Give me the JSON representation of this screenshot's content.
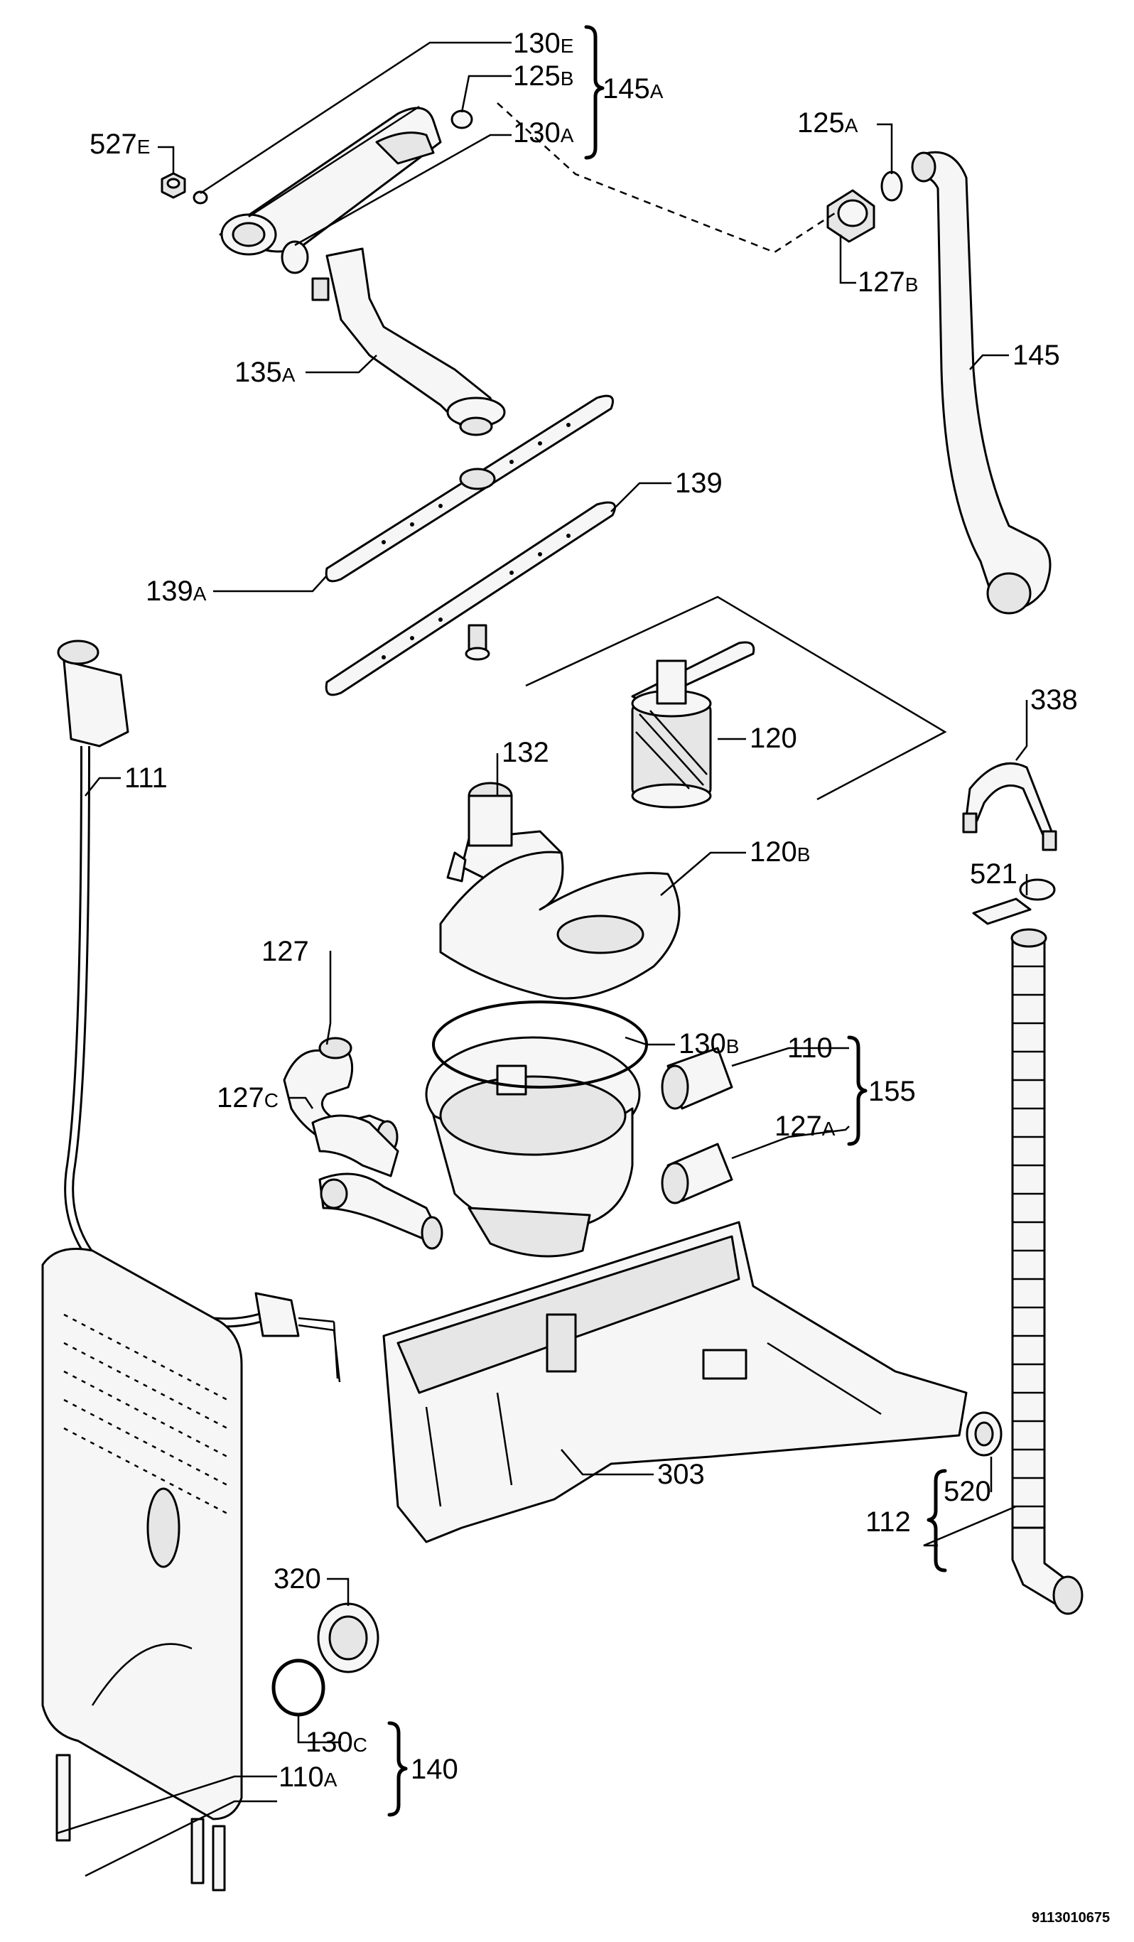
{
  "labels": [
    {
      "id": "130e",
      "num": "130",
      "suffix": "E"
    },
    {
      "id": "125b",
      "num": "125",
      "suffix": "B"
    },
    {
      "id": "145a",
      "num": "145",
      "suffix": "A"
    },
    {
      "id": "130a",
      "num": "130",
      "suffix": "A"
    },
    {
      "id": "527e",
      "num": "527",
      "suffix": "E"
    },
    {
      "id": "125a",
      "num": "125",
      "suffix": "A"
    },
    {
      "id": "127b",
      "num": "127",
      "suffix": "B"
    },
    {
      "id": "145",
      "num": "145",
      "suffix": ""
    },
    {
      "id": "135a",
      "num": "135",
      "suffix": "A"
    },
    {
      "id": "139",
      "num": "139",
      "suffix": ""
    },
    {
      "id": "139a",
      "num": "139",
      "suffix": "A"
    },
    {
      "id": "338",
      "num": "338",
      "suffix": ""
    },
    {
      "id": "120",
      "num": "120",
      "suffix": ""
    },
    {
      "id": "132",
      "num": "132",
      "suffix": ""
    },
    {
      "id": "111",
      "num": "111",
      "suffix": ""
    },
    {
      "id": "120b",
      "num": "120",
      "suffix": "B"
    },
    {
      "id": "521",
      "num": "521",
      "suffix": ""
    },
    {
      "id": "127",
      "num": "127",
      "suffix": ""
    },
    {
      "id": "130b",
      "num": "130",
      "suffix": "B"
    },
    {
      "id": "110",
      "num": "110",
      "suffix": ""
    },
    {
      "id": "155",
      "num": "155",
      "suffix": ""
    },
    {
      "id": "127c",
      "num": "127",
      "suffix": "C"
    },
    {
      "id": "127a",
      "num": "127",
      "suffix": "A"
    },
    {
      "id": "303",
      "num": "303",
      "suffix": ""
    },
    {
      "id": "520",
      "num": "520",
      "suffix": ""
    },
    {
      "id": "112",
      "num": "112",
      "suffix": ""
    },
    {
      "id": "320",
      "num": "320",
      "suffix": ""
    },
    {
      "id": "130c",
      "num": "130",
      "suffix": "C"
    },
    {
      "id": "140",
      "num": "140",
      "suffix": ""
    },
    {
      "id": "110a",
      "num": "110",
      "suffix": "A"
    }
  ],
  "catalog_number": "9113010675"
}
